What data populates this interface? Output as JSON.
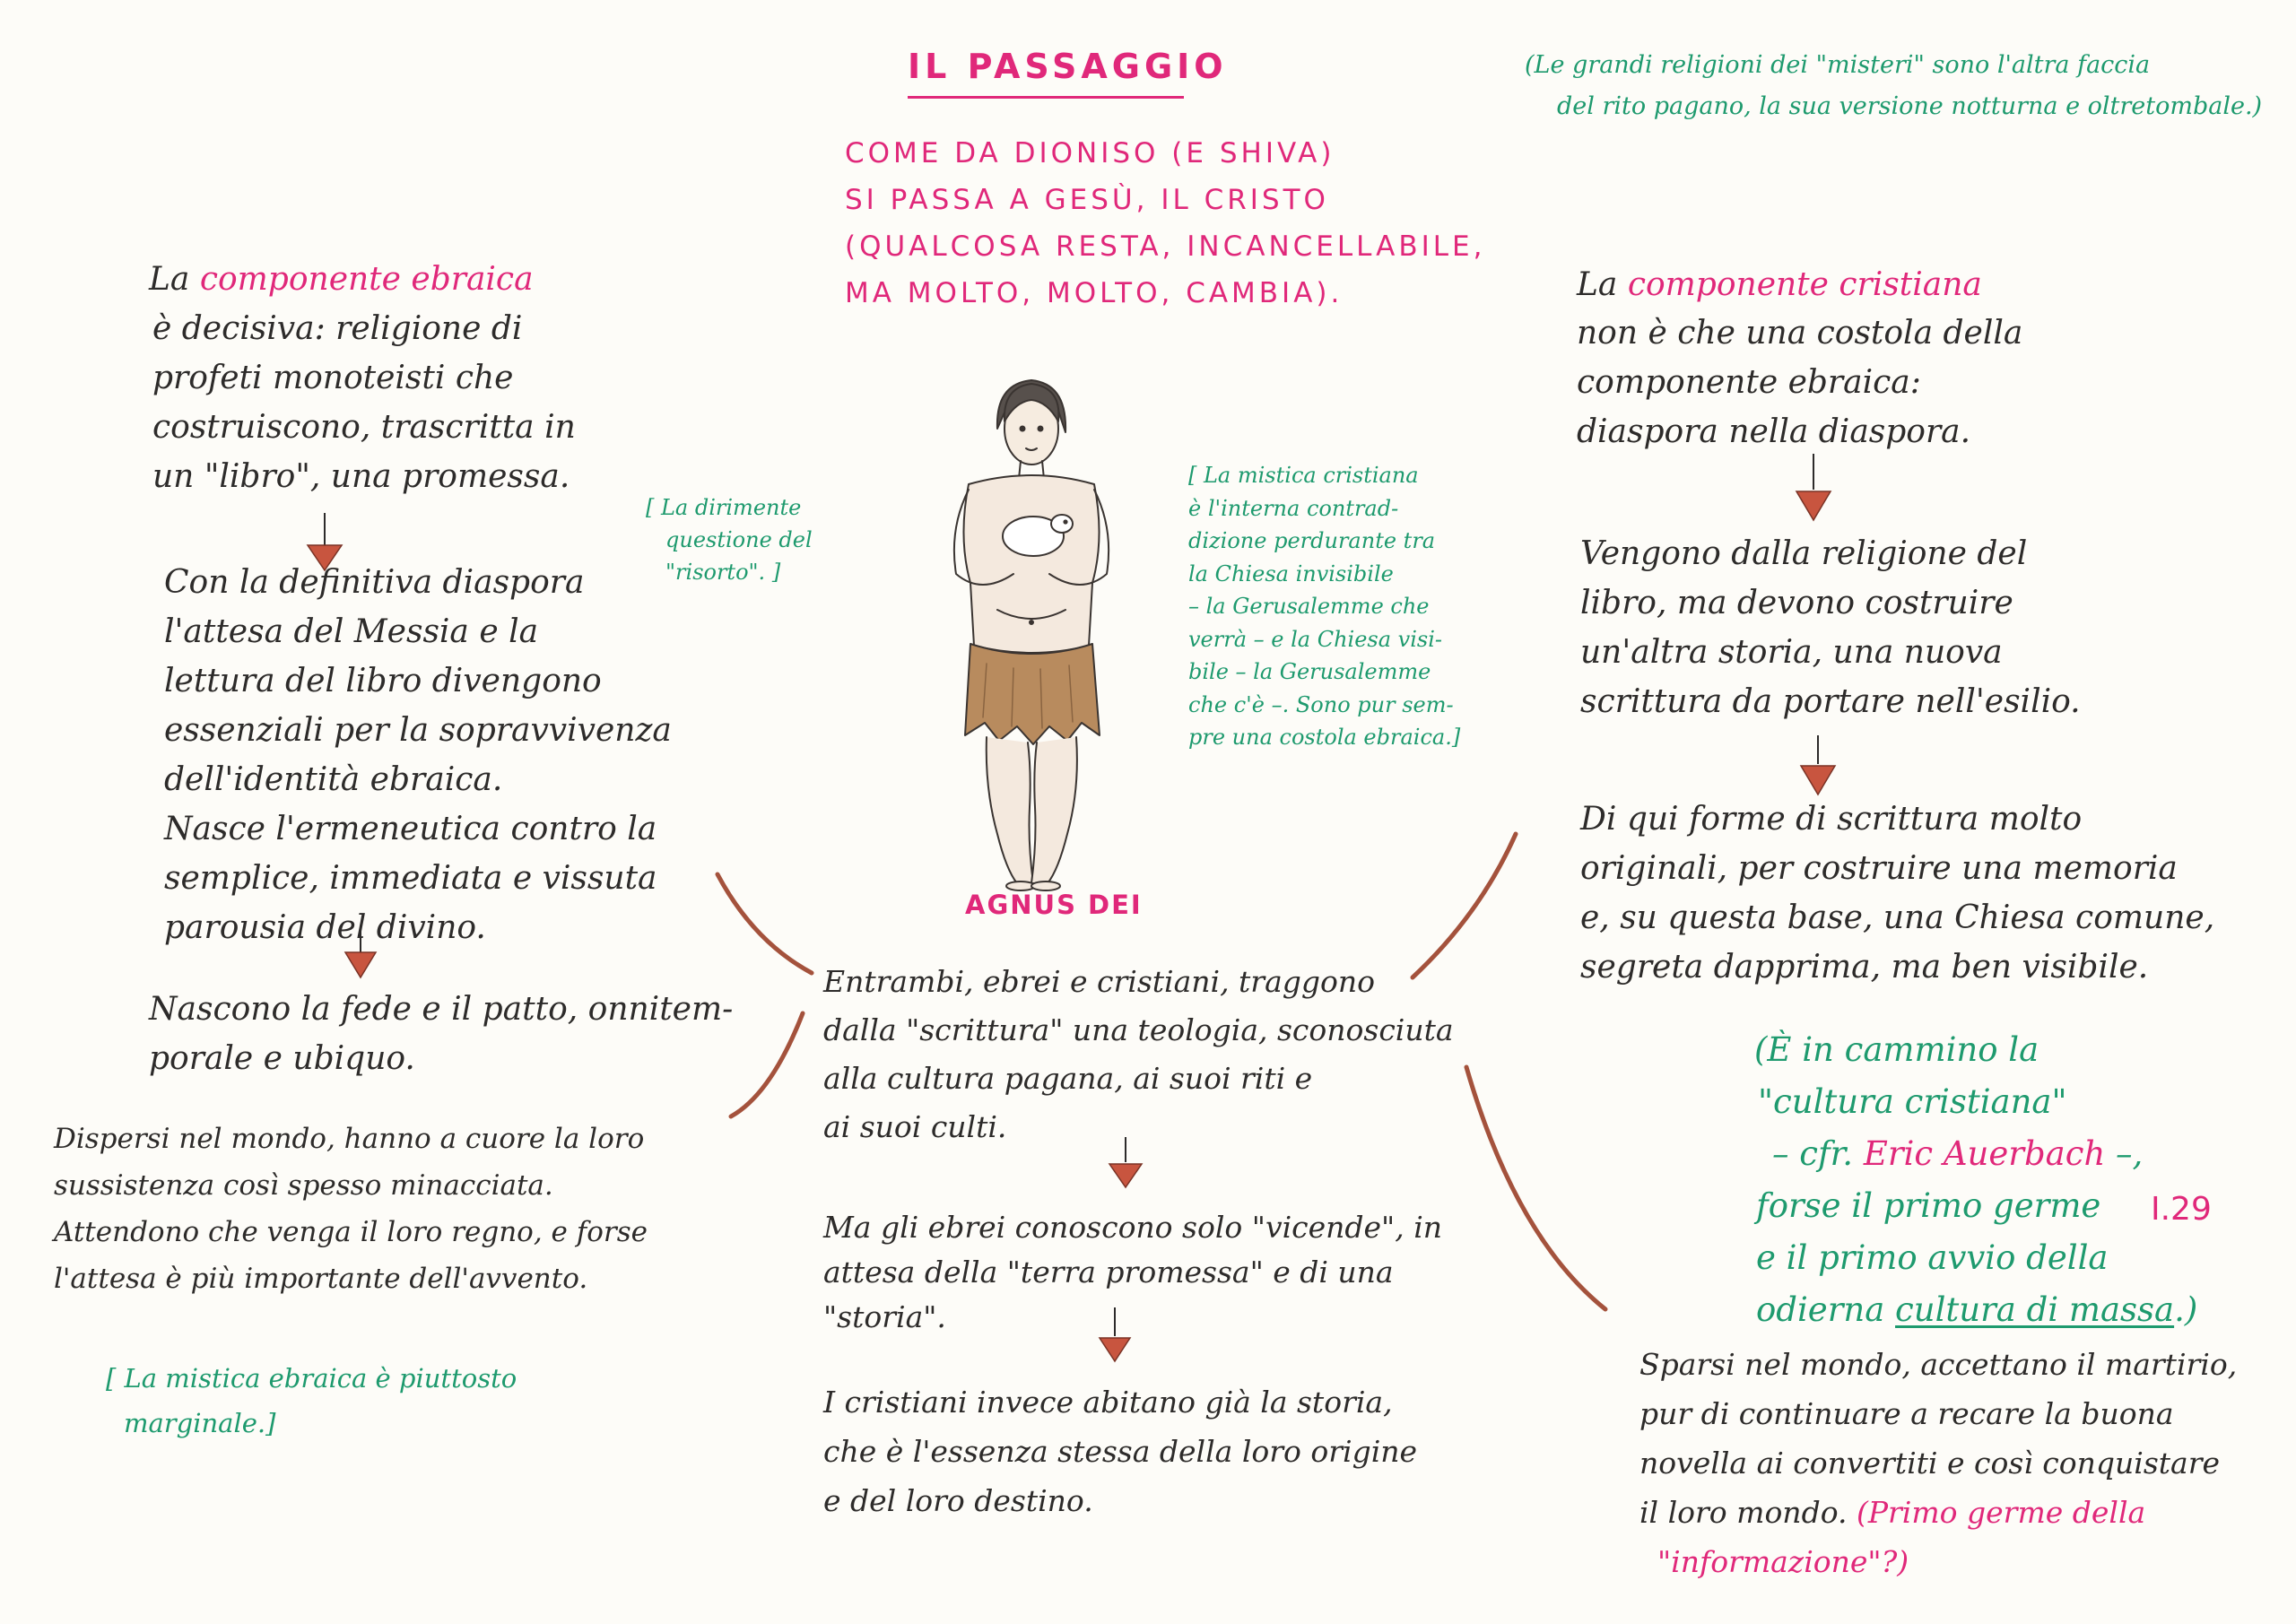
{
  "title": "IL PASSAGGIO",
  "subtitle": {
    "line1": "COME DA DIONISO (E SHIVA)",
    "line2": "SI PASSA A GESÙ, IL CRISTO",
    "line3": "(QUALCOSA RESTA, INCANCELLABILE,",
    "line4": "MA MOLTO, MOLTO, CAMBIA)."
  },
  "top_right_note": {
    "line1": "(Le grandi religioni dei \"misteri\" sono l'altra faccia",
    "line2": "del rito pagano, la sua versione notturna e oltretombale.)"
  },
  "figure_caption": "AGNUS DEI",
  "left_col": {
    "heading_prefix": "La ",
    "heading_highlight": "componente ebraica",
    "block1": [
      "è decisiva: religione di",
      "profeti monoteisti che",
      "costruiscono, trascritta in",
      "un \"libro\", una promessa."
    ],
    "block2": [
      "Con la definitiva diaspora",
      "l'attesa del Messia e la",
      "lettura del libro divengono",
      "essenziali per la sopravvivenza",
      "dell'identità ebraica.",
      "Nasce l'ermeneutica contro la",
      "semplice, immediata e vissuta",
      "parousia del divino."
    ],
    "block3": [
      "Nascono la fede e il patto, onnitem-",
      "porale e ubiquo."
    ],
    "block4": [
      "Dispersi nel mondo, hanno a cuore la loro",
      "sussistenza così spesso minacciata.",
      "Attendono che venga il loro regno, e forse",
      "l'attesa è più importante dell'avvento."
    ],
    "note_bottom": [
      "[ La mistica ebraica è piuttosto",
      "marginale.]"
    ],
    "note_side": [
      "[ La dirimente",
      "questione del",
      "\"risorto\". ]"
    ]
  },
  "right_col": {
    "heading_prefix": "La ",
    "heading_highlight": "componente cristiana",
    "block1": [
      "non è che una costola della",
      "componente ebraica:",
      "diaspora nella diaspora."
    ],
    "block2": [
      "Vengono dalla religione del",
      "libro, ma devono costruire",
      "un'altra storia, una nuova",
      "scrittura da portare nell'esilio."
    ],
    "block3": [
      "Di qui forme di scrittura molto",
      "originali, per costruire una memoria",
      "e, su questa base, una Chiesa comune,",
      "segreta dapprima, ma ben visibile."
    ],
    "green_note": {
      "line1": "(È in cammino la",
      "line2": "\"cultura cristiana\"",
      "line3_prefix": "– cfr. ",
      "line3_name": "Eric Auerbach",
      "line3_suffix": " –,",
      "line4": "forse il primo germe",
      "line5": "e il primo avvio della",
      "line6_prefix": "odierna ",
      "line6_highlight": "cultura di massa",
      "line6_suffix": ".)"
    },
    "ref": "I.29",
    "block4": [
      "Sparsi nel mondo, accettano il martirio,",
      "pur di continuare a recare la buona",
      "novella ai convertiti e così conquistare",
      "il loro mondo."
    ],
    "block4_pink1": " (Primo germe della",
    "block4_pink2": "\"informazione\"?)",
    "note_side": [
      "[ La mistica cristiana",
      "è l'interna contrad-",
      "dizione perdurante tra",
      "la Chiesa invisibile",
      "– la Gerusalemme che",
      "verrà – e la Chiesa visi-",
      "bile – la Gerusalemme",
      "che c'è –. Sono pur sem-",
      "pre una costola ebraica.]"
    ]
  },
  "center": {
    "block1": [
      "Entrambi, ebrei e cristiani, traggono",
      "dalla \"scrittura\" una teologia, sconosciuta",
      "alla cultura pagana, ai suoi riti e",
      "ai suoi culti."
    ],
    "block2": [
      "Ma gli ebrei conoscono solo \"vicende\", in",
      "attesa della \"terra promessa\" e di una",
      "\"storia\"."
    ],
    "block3": [
      "I cristiani invece abitano già la storia,",
      "che è l'essenza stessa della loro origine",
      "e del loro destino."
    ]
  }
}
